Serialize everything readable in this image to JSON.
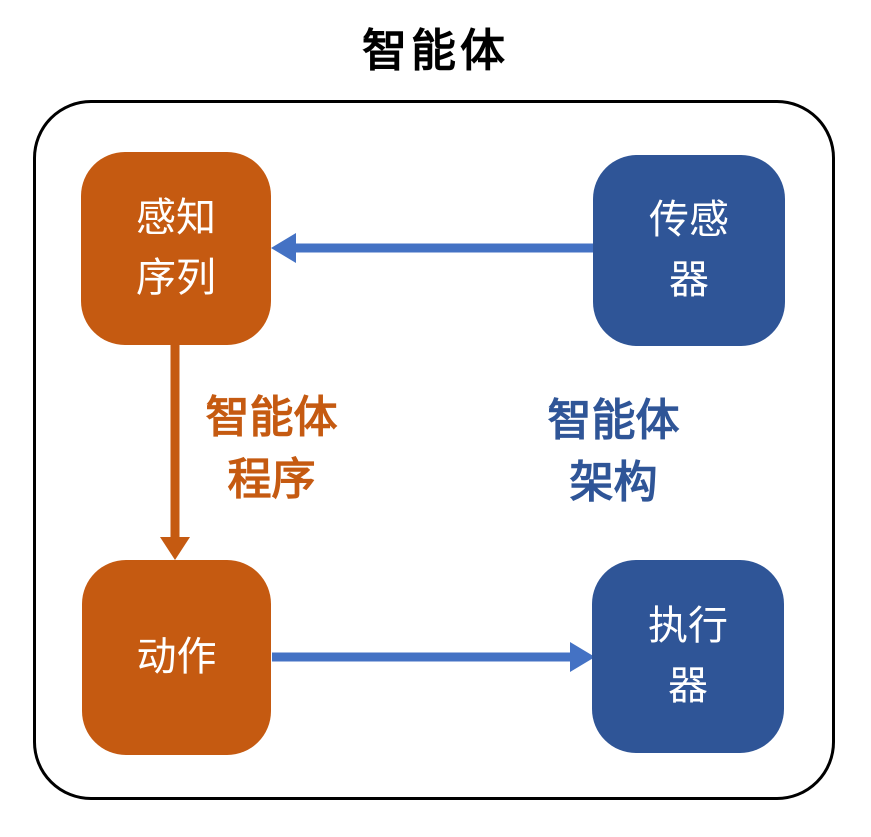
{
  "title": "智能体",
  "colors": {
    "box_orange": "#C55A11",
    "box_blue": "#2F5597",
    "arrow_blue": "#4472C4",
    "arrow_orange": "#C55A11",
    "frame_border": "#000000",
    "box_text": "#FFFFFF",
    "title_text": "#000000",
    "background": "#FFFFFF"
  },
  "nodes": {
    "percept_sequence": {
      "label": "感知\n序列"
    },
    "sensors": {
      "label": "传感\n器"
    },
    "action": {
      "label": "动作"
    },
    "actuators": {
      "label": "执行\n器"
    }
  },
  "edge_labels": {
    "agent_program": "智能体\n程序",
    "agent_architecture": "智能体\n架构"
  },
  "arrows": [
    {
      "name": "sensors-to-percept-arrow",
      "from": "sensors",
      "to": "percept_sequence",
      "direction": "left",
      "color": "#4472C4"
    },
    {
      "name": "percept-to-action-arrow",
      "from": "percept_sequence",
      "to": "action",
      "direction": "down",
      "color": "#C55A11"
    },
    {
      "name": "action-to-actuators-arrow",
      "from": "action",
      "to": "actuators",
      "direction": "right",
      "color": "#4472C4"
    }
  ]
}
